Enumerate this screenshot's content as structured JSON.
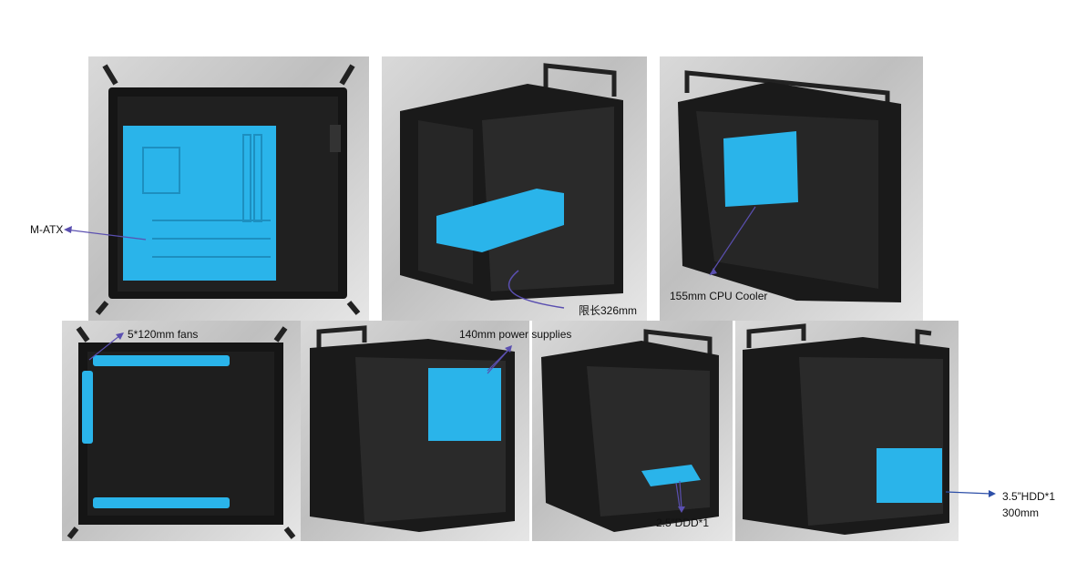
{
  "labels": {
    "matx": "M-ATX",
    "gpu_length": "限长326mm",
    "cpu_cooler": "155mm CPU Cooler",
    "fans": "5*120mm fans",
    "psu": "140mm power supplies",
    "ssd": "2.5”DDD*1",
    "hdd_line1": "3.5”HDD*1",
    "hdd_line2": "300mm"
  },
  "colors": {
    "highlight": "#2ab4ea",
    "case_body": "#1b1b1b",
    "arrow": "#5a4fb0",
    "arrow_blue": "#2d4fa8"
  }
}
